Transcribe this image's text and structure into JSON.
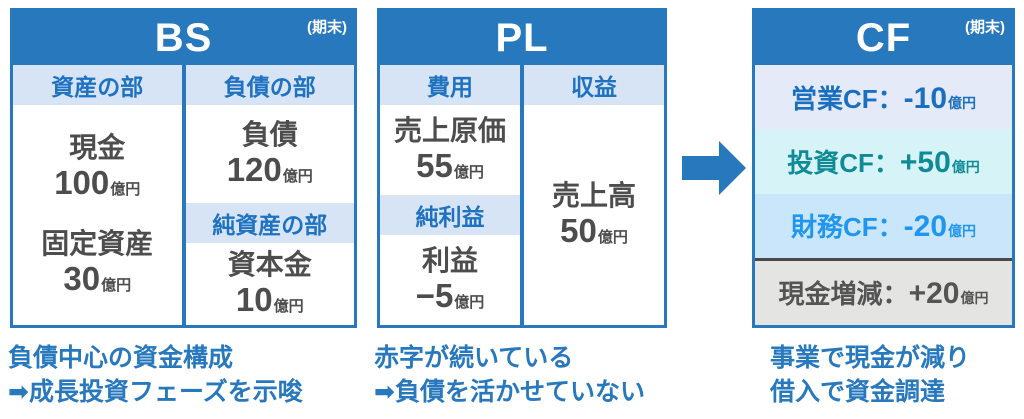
{
  "colors": {
    "primary_blue": "#2878BE",
    "band_bg": "#D6E4F6",
    "band_text": "#1E72C0",
    "item_text": "#4D4D4D",
    "cf_operating_bg": "#E4EAF8",
    "cf_operating_text": "#1B6FBF",
    "cf_investing_bg": "#D6F4F8",
    "cf_investing_text": "#108A94",
    "cf_financing_bg": "#C9E6FA",
    "cf_financing_text": "#2196F0",
    "cf_net_bg": "#E4E4E3",
    "cf_net_text": "#545454"
  },
  "bs": {
    "title": "BS",
    "period": "(期末)",
    "assets": {
      "header": "資産の部",
      "items": [
        {
          "label": "現金",
          "value": "100",
          "unit": "億円"
        },
        {
          "label": "固定資産",
          "value": "30",
          "unit": "億円"
        }
      ]
    },
    "liabilities": {
      "header": "負債の部",
      "item": {
        "label": "負債",
        "value": "120",
        "unit": "億円"
      }
    },
    "equity": {
      "header": "純資産の部",
      "item": {
        "label": "資本金",
        "value": "10",
        "unit": "億円"
      }
    }
  },
  "pl": {
    "title": "PL",
    "expenses": {
      "header": "費用",
      "item": {
        "label": "売上原価",
        "value": "55",
        "unit": "億円"
      }
    },
    "net_income": {
      "header": "純利益",
      "item": {
        "label": "利益",
        "value": "−5",
        "unit": "億円"
      }
    },
    "revenue": {
      "header": "収益",
      "item": {
        "label": "売上高",
        "value": "50",
        "unit": "億円"
      }
    }
  },
  "cf": {
    "title": "CF",
    "period": "(期末)",
    "rows": [
      {
        "label": "営業CF：",
        "value": "-10",
        "unit": "億円"
      },
      {
        "label": "投資CF：",
        "value": "+50",
        "unit": "億円"
      },
      {
        "label": "財務CF：",
        "value": "-20",
        "unit": "億円"
      },
      {
        "label": "現金増減：",
        "value": "+20",
        "unit": "億円"
      }
    ]
  },
  "notes": {
    "bs_line1": "負債中心の資金構成",
    "bs_line2": "➡成長投資フェーズを示唆",
    "pl_line1": "赤字が続いている",
    "pl_line2": "➡負債を活かせていない",
    "cf_line1": "事業で現金が減り",
    "cf_line2": "借入で資金調達"
  }
}
